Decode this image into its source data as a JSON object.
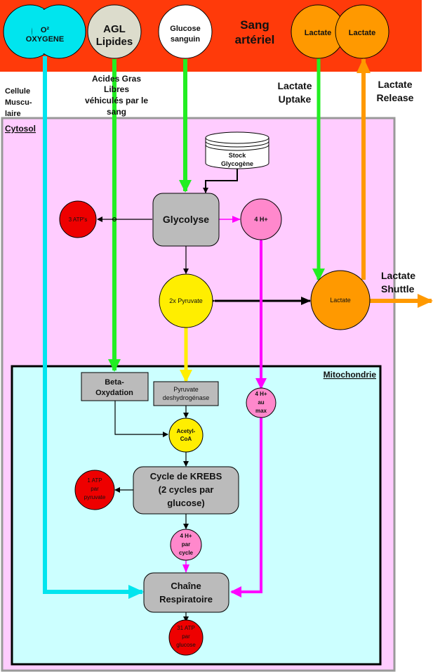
{
  "blood": {
    "title_line1": "Sang",
    "title_line2": "artériel",
    "oxygen_line1": "O²",
    "oxygen_line2": "OXYGENE",
    "agl_line1": "AGL",
    "agl_line2": "Lipides",
    "glucose_line1": "Glucose",
    "glucose_line2": "sanguin",
    "lactate_in": "Lactate",
    "lactate_out": "Lactate"
  },
  "labels": {
    "cell_line1": "Cellule",
    "cell_line2": "Muscu-",
    "cell_line3": "laire",
    "fatty_line1": "Acides Gras",
    "fatty_line2": "Libres",
    "fatty_line3": "véhiculés par le",
    "fatty_line4": "sang",
    "uptake_line1": "Lactate",
    "uptake_line2": "Uptake",
    "release_line1": "Lactate",
    "release_line2": "Release",
    "shuttle_line1": "Lactate",
    "shuttle_line2": "Shuttle"
  },
  "cytosol": {
    "title": "Cytosol",
    "glycogen_line1": "Stock",
    "glycogen_line2": "Glycogène",
    "glycolyse": "Glycolyse",
    "atp": "3 ATP's",
    "h_plus": "4 H+",
    "pyruvate": "2x Pyruvate",
    "lactate": "Lactate"
  },
  "mito": {
    "title": "Mitochondrie",
    "beta_line1": "Beta-",
    "beta_line2": "Oxydation",
    "pdh_line1": "Pyruvate",
    "pdh_line2": "deshydrogénase",
    "acetyl_line1": "Acetyl-",
    "acetyl_line2": "CoA",
    "hmax_line1": "4 H+",
    "hmax_line2": "au",
    "hmax_line3": "max",
    "krebs_line1": "Cycle de KREBS",
    "krebs_line2": "(2 cycles par",
    "krebs_line3": "glucose)",
    "krebs_atp_line1": "1 ATP",
    "krebs_atp_line2": "par",
    "krebs_atp_line3": "pyruvate",
    "hcycle_line1": "4 H+",
    "hcycle_line2": "par",
    "hcycle_line3": "cycle",
    "chain_line1": "Chaîne",
    "chain_line2": "Respiratoire",
    "final_atp_line1": "31 ATP",
    "final_atp_line2": "par",
    "final_atp_line3": "glucose"
  },
  "colors": {
    "blood": "#ff3a0a",
    "cytosol": "#ffccff",
    "mito": "#ccffff",
    "oxygen": "#00e5ee",
    "glucose_flow": "#22ee22",
    "lactate": "#ff9900",
    "proton": "#ff00ff",
    "pyruvate": "#ffee00",
    "atp": "#ee0000",
    "h_node": "#ff88cc",
    "process": "#bbbbbb"
  }
}
